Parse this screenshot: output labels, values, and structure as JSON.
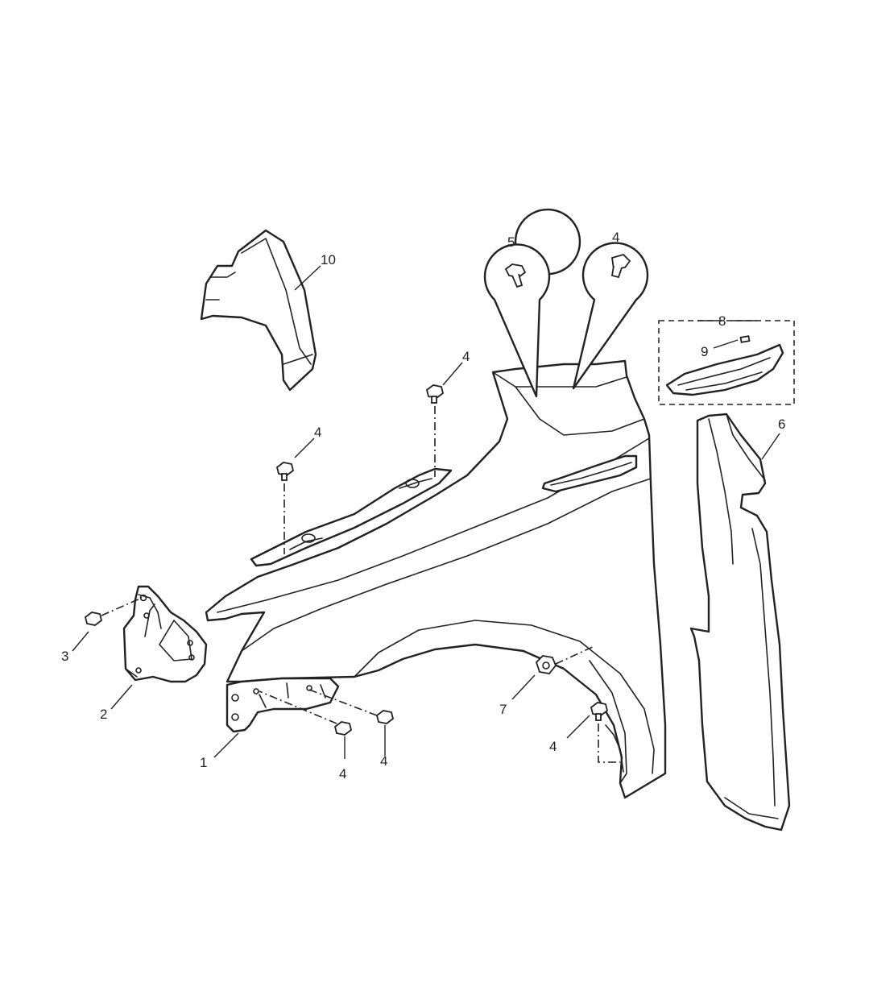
{
  "diagram": {
    "callouts": [
      {
        "id": "fender",
        "label": "1"
      },
      {
        "id": "bracket",
        "label": "2"
      },
      {
        "id": "bracket-bolt",
        "label": "3"
      },
      {
        "id": "bolt-bottom-a",
        "label": "4"
      },
      {
        "id": "bolt-bottom-b",
        "label": "4"
      },
      {
        "id": "bolt-top-left",
        "label": "4"
      },
      {
        "id": "bolt-top-mid",
        "label": "4"
      },
      {
        "id": "bolt-detail",
        "label": "4"
      },
      {
        "id": "bolt-wheel-arch",
        "label": "4"
      },
      {
        "id": "bolt-detail-5",
        "label": "5"
      },
      {
        "id": "insulator",
        "label": "6"
      },
      {
        "id": "nut",
        "label": "7"
      },
      {
        "id": "side-marker",
        "label": "8"
      },
      {
        "id": "side-marker-bulb",
        "label": "9"
      },
      {
        "id": "fender-liner-extension",
        "label": "10"
      }
    ]
  }
}
